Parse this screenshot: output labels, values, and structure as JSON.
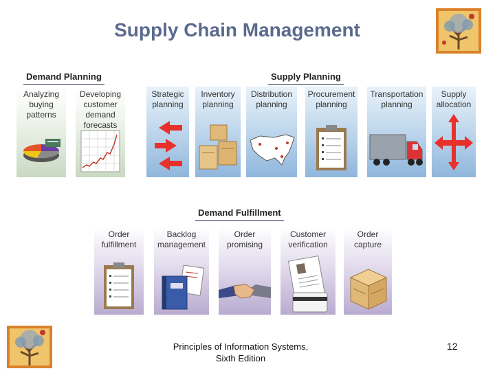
{
  "title": "Supply Chain Management",
  "sections": {
    "demand_planning": {
      "label": "Demand Planning",
      "items": [
        {
          "label": "Analyzing\nbuying\npatterns"
        },
        {
          "label": "Developing\ncustomer\ndemand\nforecasts"
        }
      ]
    },
    "supply_planning": {
      "label": "Supply Planning",
      "items": [
        {
          "label": "Strategic\nplanning"
        },
        {
          "label": "Inventory\nplanning"
        },
        {
          "label": "Distribution\nplanning"
        },
        {
          "label": "Procurement\nplanning"
        },
        {
          "label": "Transportation\nplanning"
        },
        {
          "label": "Supply\nallocation"
        }
      ]
    },
    "demand_fulfillment": {
      "label": "Demand Fulfillment",
      "items": [
        {
          "label": "Order\nfulfillment"
        },
        {
          "label": "Backlog\nmanagement"
        },
        {
          "label": "Order\npromising"
        },
        {
          "label": "Customer\nverification"
        },
        {
          "label": "Order\ncapture"
        }
      ]
    }
  },
  "footer": {
    "text": "Principles of Information Systems,\nSixth Edition",
    "page_number": "12"
  },
  "colors": {
    "title": "#5b6a8e",
    "arrow": "#e8312a",
    "demand_tile": "#c9d9c2",
    "supply_tile": "#8fb6dc",
    "fulfill_tile": "#b9abd0"
  },
  "icons": [
    "tree-logo-icon",
    "pie-chart-icon",
    "line-graph-icon",
    "arrows-icon",
    "boxes-icon",
    "us-map-icon",
    "clipboard-icon",
    "truck-icon",
    "split-arrow-icon",
    "binder-icon",
    "handshake-icon",
    "id-card-icon",
    "crate-icon"
  ]
}
